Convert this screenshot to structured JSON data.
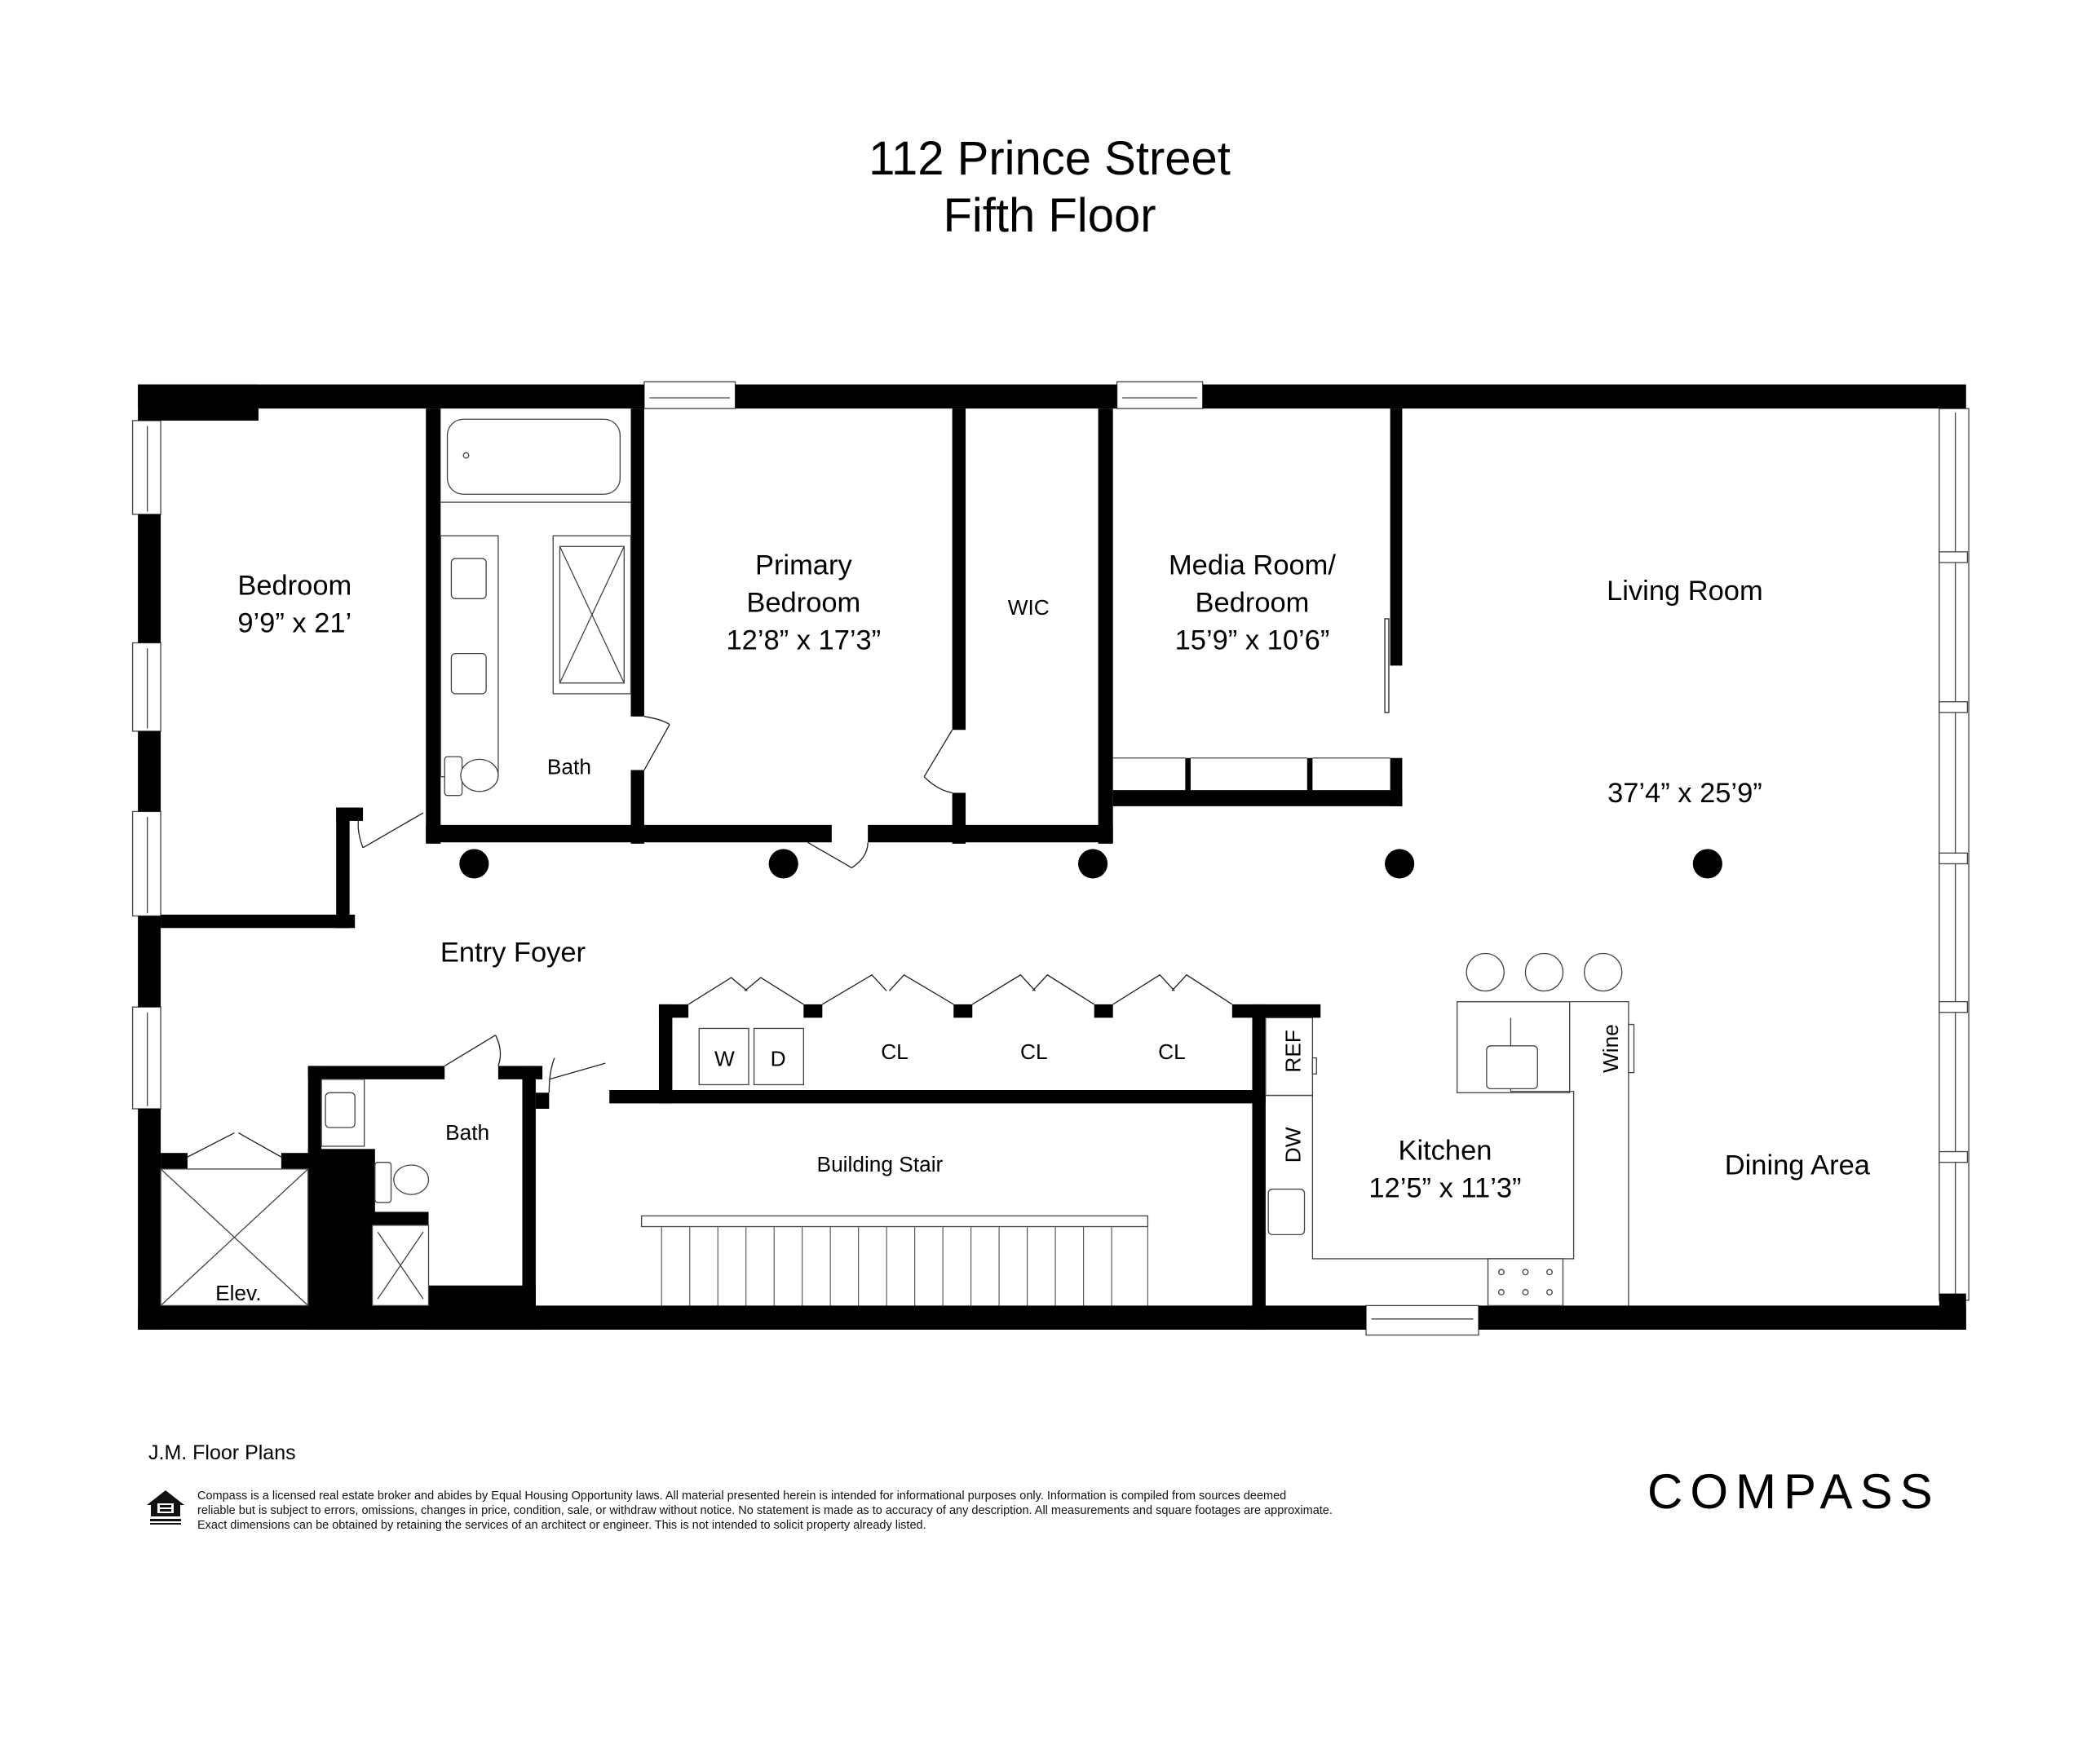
{
  "header": {
    "address": "112 Prince Street",
    "floor": "Fifth Floor"
  },
  "rooms": {
    "bedroom": {
      "name": "Bedroom",
      "dims": "9’9” x 21’"
    },
    "bath_primary": {
      "name": "Bath"
    },
    "primary_bedroom": {
      "name_line1": "Primary",
      "name_line2": "Bedroom",
      "dims": "12’8” x 17’3”"
    },
    "wic": {
      "name": "WIC"
    },
    "media_room": {
      "name_line1": "Media Room/",
      "name_line2": "Bedroom",
      "dims": "15’9” x 10’6”"
    },
    "living_room": {
      "name": "Living Room",
      "dims": "37’4” x 25’9”"
    },
    "entry_foyer": {
      "name": "Entry Foyer"
    },
    "bath_guest": {
      "name": "Bath"
    },
    "elevator": {
      "name": "Elev."
    },
    "building_stair": {
      "name": "Building Stair"
    },
    "kitchen": {
      "name": "Kitchen",
      "dims": "12’5” x 11’3”"
    },
    "dining_area": {
      "name": "Dining Area"
    }
  },
  "fixtures": {
    "washer": "W",
    "dryer": "D",
    "closets": [
      "CL",
      "CL",
      "CL"
    ],
    "refrigerator": "REF",
    "dishwasher": "DW",
    "wine": "Wine"
  },
  "footer": {
    "credit": "J.M. Floor Plans",
    "disclaimer": [
      "Compass is a licensed real estate broker and abides by Equal Housing Opportunity laws. All material presented herein is intended for informational purposes only. Information is compiled from sources deemed",
      "reliable but is subject to errors, omissions, changes in price, condition, sale, or withdraw without notice. No statement is made as to accuracy of any description. All measurements and square footages are approximate.",
      "Exact dimensions can be obtained by retaining the services of an architect or engineer. This is not intended to solicit property already listed."
    ],
    "brand": "COMPASS"
  },
  "colors": {
    "wall": "#000000",
    "fixture_line": "#555555",
    "background": "#ffffff"
  }
}
